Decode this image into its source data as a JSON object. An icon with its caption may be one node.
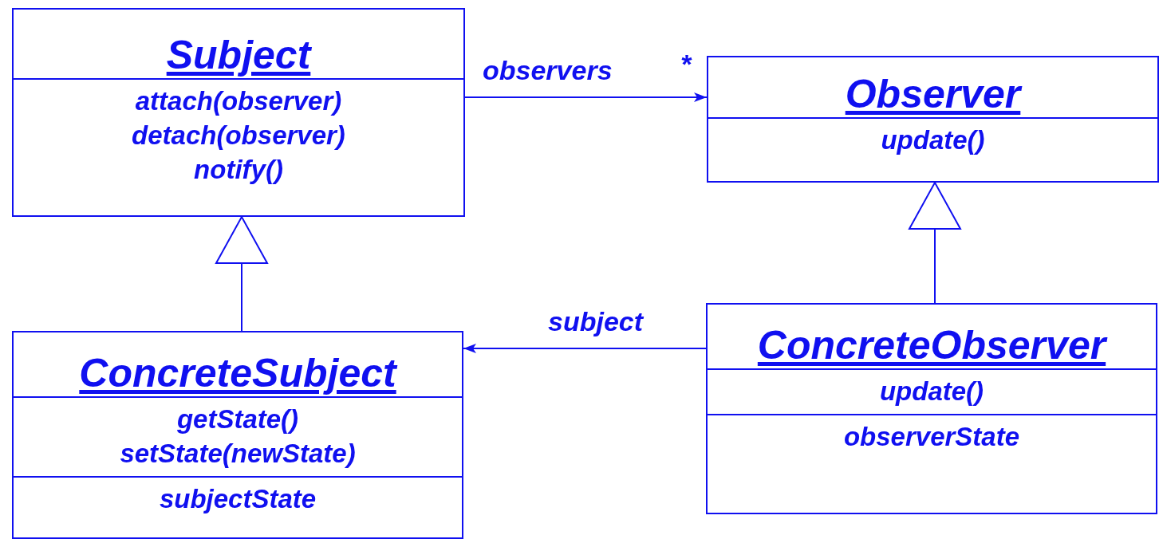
{
  "diagram": {
    "nodes": [
      {
        "text": [
          "Subject",
          "attach(observer)",
          "detach(observer)",
          "notify()"
        ]
      },
      {
        "text": [
          "Observer",
          "update()"
        ]
      },
      {
        "text": [
          "ConcreteSubject",
          "getState()",
          "setState(newState)",
          "subjectState"
        ]
      },
      {
        "text": [
          "ConcreteObserver",
          "update()",
          "observerState"
        ]
      }
    ],
    "edges": [
      {
        "from": 0,
        "to": 1,
        "arrow": "to",
        "label": "observers"
      },
      {
        "from": 2,
        "to": 0,
        "arrow": "to"
      },
      {
        "from": 3,
        "to": 1,
        "arrow": "to"
      },
      {
        "from": 3,
        "to": 2,
        "arrow": "to",
        "label": "subject"
      }
    ],
    "labels": [
      "*"
    ]
  }
}
